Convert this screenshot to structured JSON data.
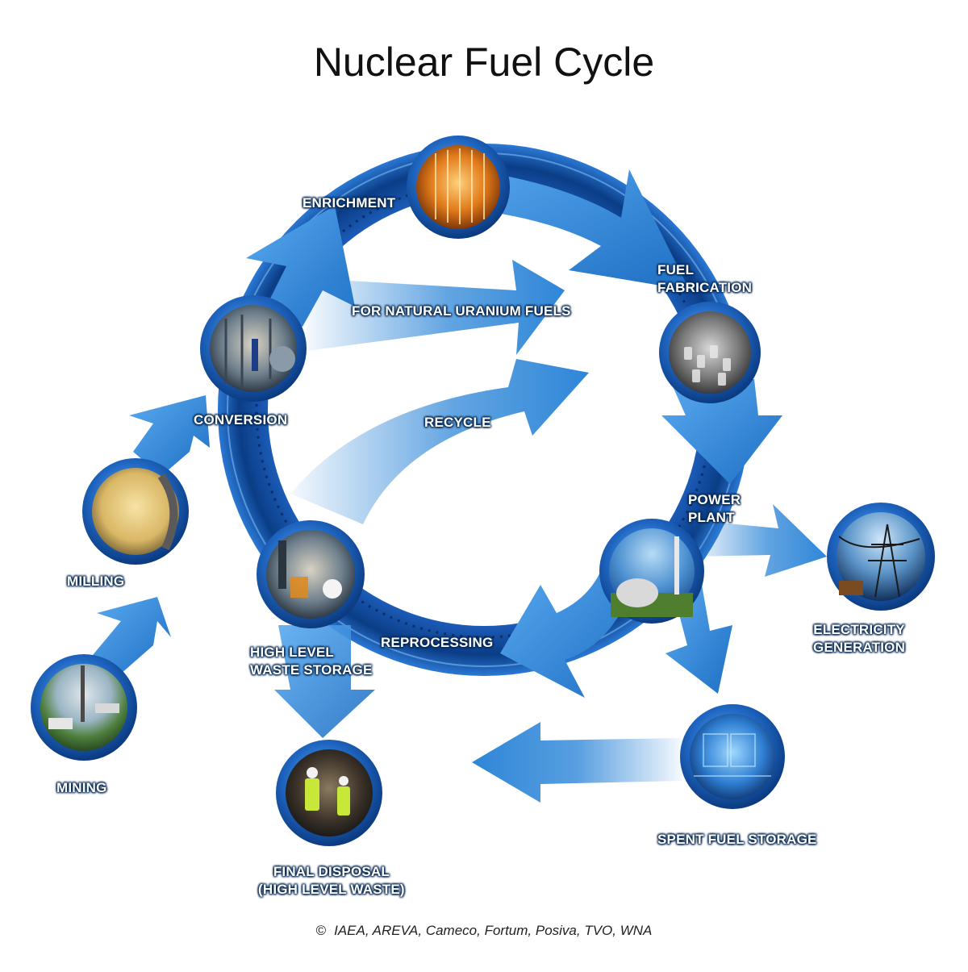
{
  "title": "Nuclear Fuel Cycle",
  "credit": "IAEA, AREVA, Cameco, Fortum, Posiva, TVO, WNA",
  "credit_symbol": "©",
  "stages": {
    "enrichment": "ENRICHMENT",
    "fuel_fabrication": [
      "FUEL",
      "FABRICATION"
    ],
    "power_plant": [
      "POWER",
      "PLANT"
    ],
    "electricity_generation": [
      "ELECTRICITY",
      "GENERATION"
    ],
    "spent_fuel_storage": "SPENT FUEL STORAGE",
    "final_disposal": [
      "FINAL DISPOSAL",
      "(HIGH LEVEL WASTE)"
    ],
    "high_level_waste_storage": [
      "HIGH LEVEL",
      "WASTE STORAGE"
    ],
    "reprocessing": "REPROCESSING",
    "conversion": "CONVERSION",
    "milling": "MILLING",
    "mining": "MINING"
  },
  "flows": {
    "natural_uranium": "FOR NATURAL URANIUM FUELS",
    "recycle": "RECYCLE"
  },
  "colors": {
    "ring_dark": "#0b3d86",
    "ring_light": "#3d8fe0",
    "arrow": "#2e86d8",
    "arrow_light": "#8cc4f2",
    "node_rim": "#1a5fb8",
    "label_shadow": "#0a2a52"
  }
}
